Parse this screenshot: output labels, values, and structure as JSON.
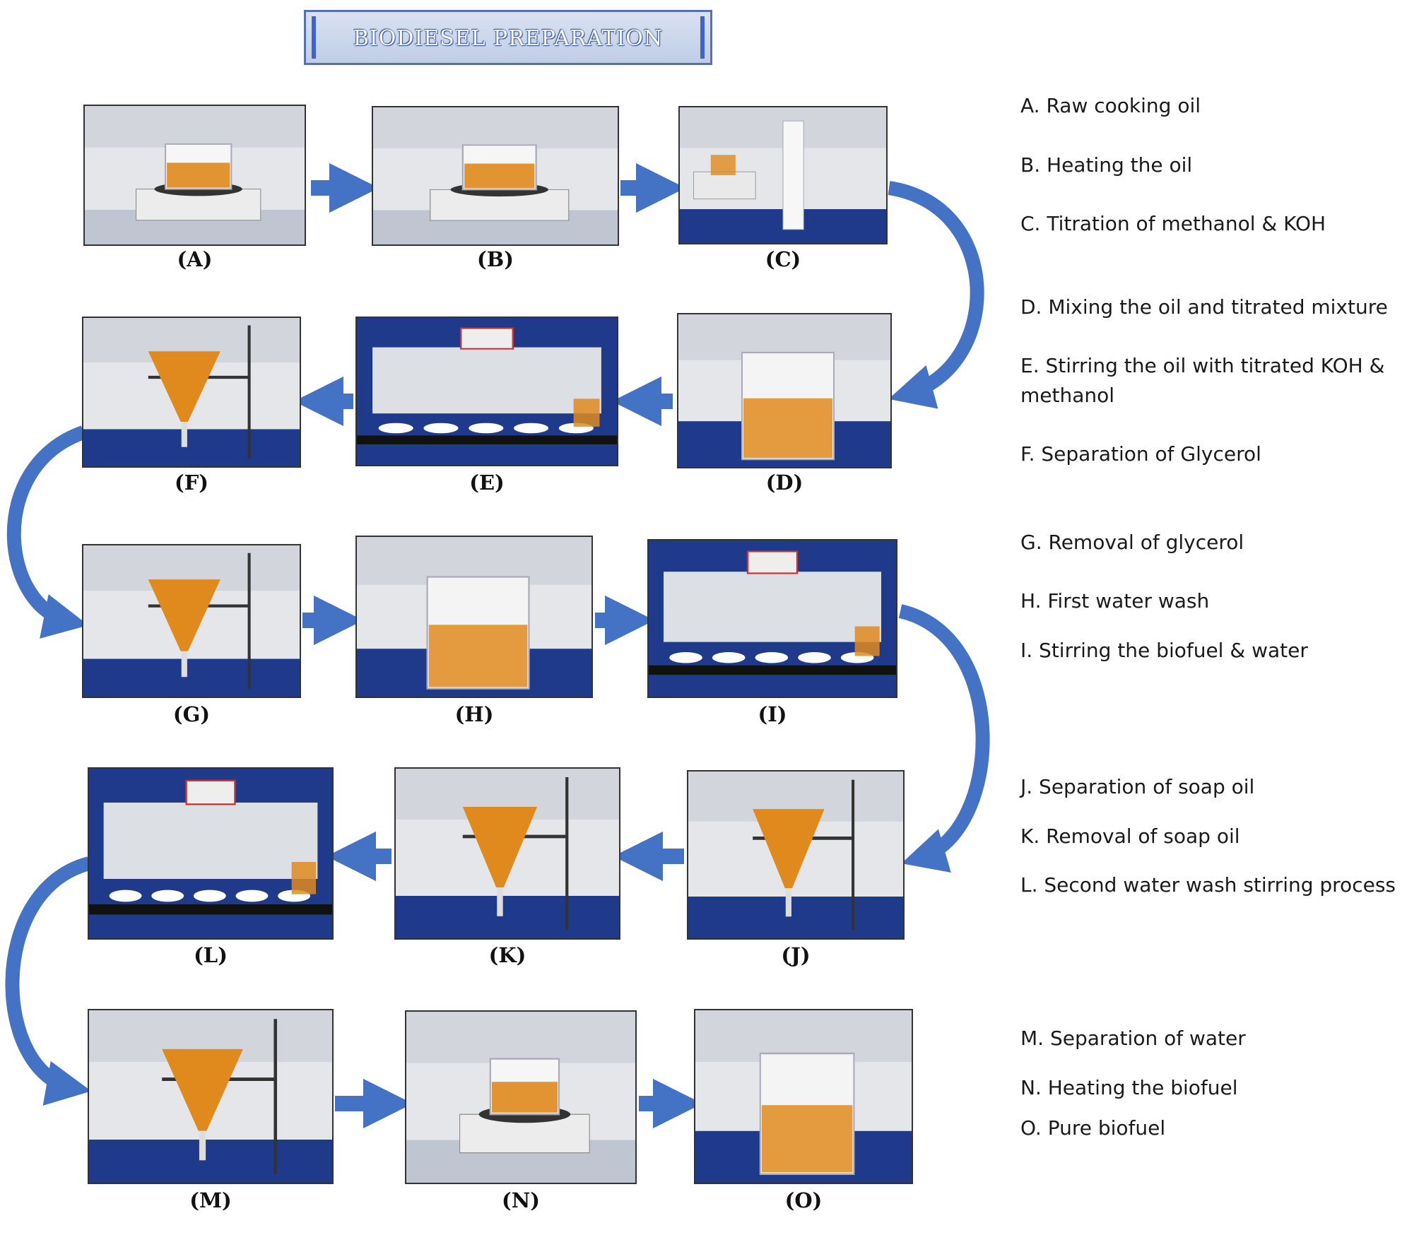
{
  "title": "BIODIESEL PREPARATION",
  "steps": [
    {
      "key": "A",
      "label": "(A)",
      "description": "A. Raw cooking oil",
      "icon": "hotplate-beaker-photo"
    },
    {
      "key": "B",
      "label": "(B)",
      "description": "B. Heating the oil",
      "icon": "hotplate-beaker-photo"
    },
    {
      "key": "C",
      "label": "(C)",
      "description": "C. Titration of methanol & KOH",
      "icon": "measuring-cylinder-photo"
    },
    {
      "key": "D",
      "label": "(D)",
      "description": "D. Mixing the oil and titrated mixture",
      "icon": "beaker-mixing-photo"
    },
    {
      "key": "E",
      "label": "(E)",
      "description": "E. Stirring the oil with titrated KOH & methanol",
      "icon": "multi-stirrer-photo"
    },
    {
      "key": "F",
      "label": "(F)",
      "description": "F. Separation of Glycerol",
      "icon": "separating-funnel-photo"
    },
    {
      "key": "G",
      "label": "(G)",
      "description": "G. Removal of glycerol",
      "icon": "separating-funnel-photo"
    },
    {
      "key": "H",
      "label": "(H)",
      "description": "H. First water wash",
      "icon": "beaker-photo"
    },
    {
      "key": "I",
      "label": "(I)",
      "description": "I. Stirring the biofuel & water",
      "icon": "multi-stirrer-photo"
    },
    {
      "key": "J",
      "label": "(J)",
      "description": "J. Separation of soap oil",
      "icon": "separating-funnel-photo"
    },
    {
      "key": "K",
      "label": "(K)",
      "description": "K. Removal of soap oil",
      "icon": "separating-funnel-photo"
    },
    {
      "key": "L",
      "label": "(L)",
      "description": "L. Second water wash stirring process",
      "icon": "multi-stirrer-photo"
    },
    {
      "key": "M",
      "label": "(M)",
      "description": "M. Separation of water",
      "icon": "separating-funnel-photo"
    },
    {
      "key": "N",
      "label": "(N)",
      "description": "N. Heating the biofuel",
      "icon": "hotplate-beaker-photo"
    },
    {
      "key": "O",
      "label": "(O)",
      "description": "O. Pure biofuel",
      "icon": "beaker-photo"
    }
  ],
  "colors": {
    "arrow": "#4472c4",
    "oil": "#e08a1e",
    "bench": "#1f3a8a",
    "title_border": "#5470b7"
  }
}
